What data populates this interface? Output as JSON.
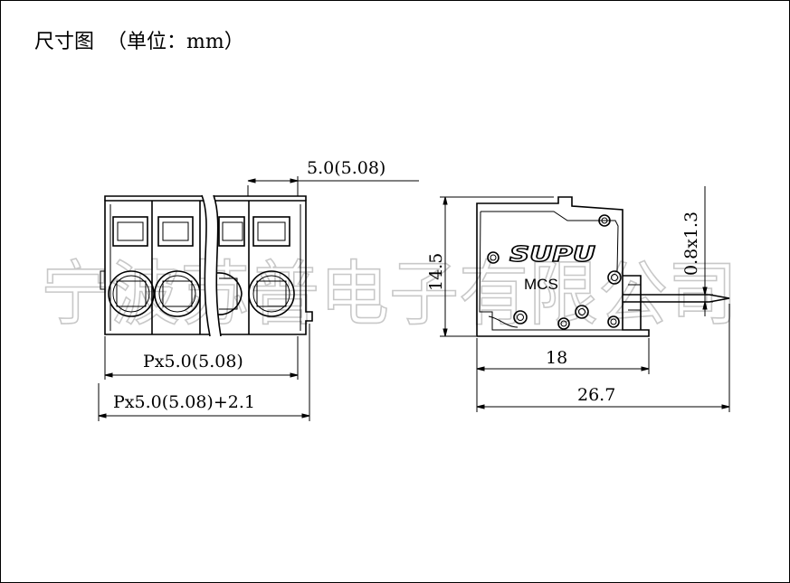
{
  "title": "尺寸图  （单位：mm）",
  "watermark": "宁波苏普电子有限公司",
  "front_view": {
    "pitch_label": "5.0(5.08)",
    "width_label": "Px5.0(5.08)",
    "overall_label": "Px5.0(5.08)+2.1"
  },
  "side_view": {
    "height_label": "14.5",
    "pin_label": "0.8x1.3",
    "body_depth_label": "18",
    "overall_depth_label": "26.7",
    "brand": "SUPU",
    "model": "MCS"
  }
}
